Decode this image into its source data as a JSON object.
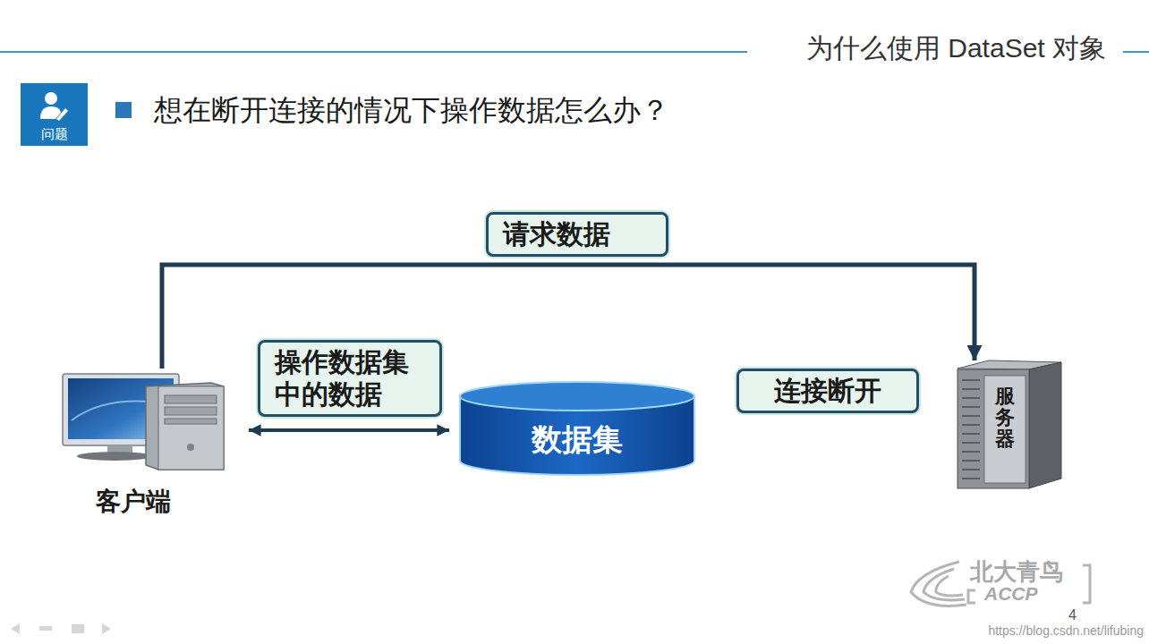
{
  "diagram": {
    "title": "为什么使用 DataSet 对象",
    "nodes": [
      {
        "text": [
          "问题"
        ]
      },
      {
        "text": [
          "客户端"
        ]
      },
      {
        "text": [
          "数据集"
        ]
      },
      {
        "text": [
          "连接断开"
        ]
      },
      {
        "text": [
          "服务器"
        ]
      }
    ],
    "edges": [
      {
        "from": 1,
        "to": 4,
        "arrow": "to",
        "label": "请求数据"
      },
      {
        "from": 1,
        "to": 2,
        "arrow": "both",
        "label": "操作数据集中的数据"
      }
    ],
    "labels": [
      "想在断开连接的情况下操作数据怎么办？",
      "北大青鸟",
      "ACCP",
      "4",
      "https://blog.csdn.net/lifubing"
    ]
  }
}
